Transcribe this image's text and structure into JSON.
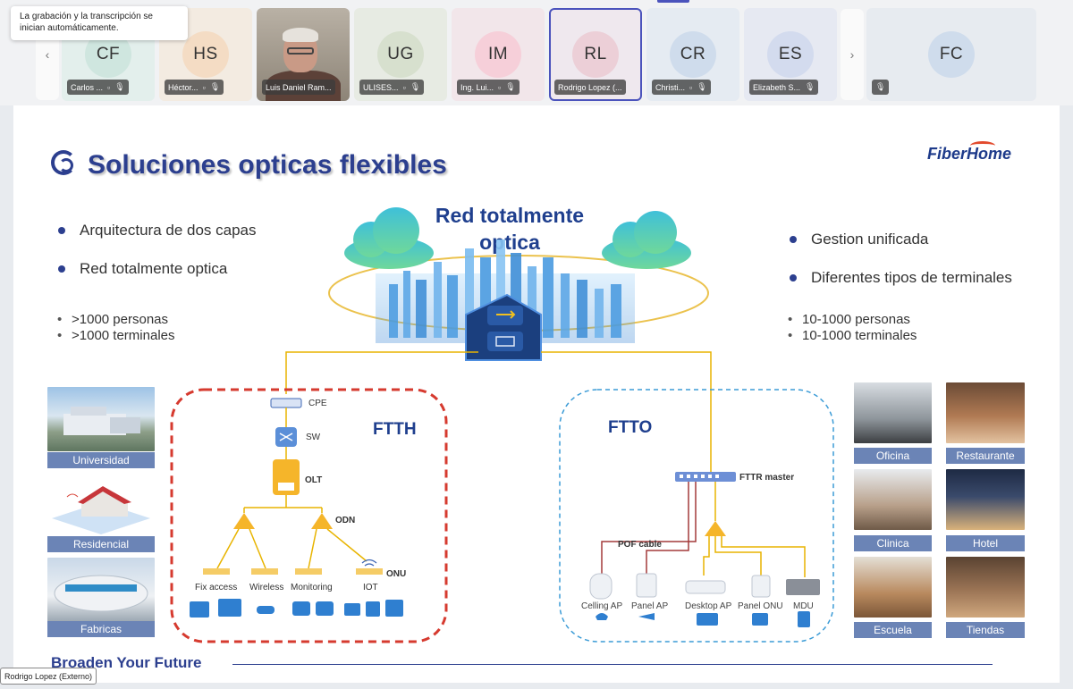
{
  "meeting": {
    "notice": "La grabación y la transcripción se inician automáticamente.",
    "nav_prev": "‹",
    "nav_next": "›",
    "participants": [
      {
        "initials": "CF",
        "name": "Carlos ...",
        "color": "#dbeee9"
      },
      {
        "initials": "HS",
        "name": "Héctor...",
        "color": "#f6e7d9"
      },
      {
        "initials": "",
        "name": "Luis Daniel Ram...",
        "color": ""
      },
      {
        "initials": "UG",
        "name": "ULISES...",
        "color": "#e2e8db"
      },
      {
        "initials": "IM",
        "name": "Ing. Lui...",
        "color": "#f7dde4"
      },
      {
        "initials": "RL",
        "name": "Rodrigo Lopez (...",
        "color": "#f2dfe4"
      },
      {
        "initials": "CR",
        "name": "Christi...",
        "color": "#dce6f3"
      },
      {
        "initials": "ES",
        "name": "Elizabeth S...",
        "color": "#dde3f2"
      },
      {
        "initials": "FC",
        "name": "",
        "color": "#dce6f3"
      }
    ],
    "speaker_label": "Rodrigo Lopez (Externo)"
  },
  "slide": {
    "title": "Soluciones opticas flexibles",
    "brand": "FiberHome",
    "left_bullets": [
      "Arquitectura de dos capas",
      "Red totalmente optica"
    ],
    "left_small": [
      ">1000 personas",
      ">1000 terminales"
    ],
    "right_bullets": [
      "Gestion unificada",
      "Diferentes tipos de terminales"
    ],
    "right_small": [
      "10-1000 personas",
      "10-1000 terminales"
    ],
    "center_title": "Red totalmente optica",
    "ftth": {
      "label": "FTTH",
      "cpe": "CPE",
      "sw": "SW",
      "olt": "OLT",
      "odn": "ODN",
      "onu": "ONU",
      "endpoints": [
        "Fix access",
        "Wireless",
        "Monitoring",
        "IOT"
      ]
    },
    "ftto": {
      "label": "FTTO",
      "master": "FTTR master",
      "pof": "POF cable",
      "devices": [
        "Celling AP",
        "Panel AP",
        "Desktop AP",
        "Panel ONU",
        "MDU"
      ]
    },
    "left_places": [
      "Universidad",
      "Residencial",
      "Fabricas"
    ],
    "right_places": [
      "Oficina",
      "Restaurante",
      "Clinica",
      "Hotel",
      "Escuela",
      "Tiendas"
    ],
    "footer": "Broaden Your Future"
  },
  "colors": {
    "accent": "#2c3f8f",
    "ftth_border": "#d63a2f",
    "ftto_border": "#3b9bd6",
    "fiber_line": "#e8b400",
    "pof_line": "#a33a3a",
    "caption_bg": "#6b84b6"
  }
}
